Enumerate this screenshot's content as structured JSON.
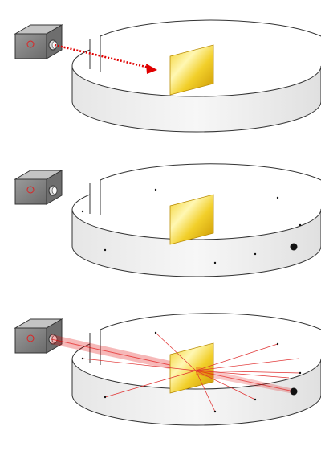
{
  "diagram": {
    "panels": [
      {
        "beam": "dotted-arrow",
        "dots": false,
        "scatter": false
      },
      {
        "beam": "none",
        "dots": true,
        "scatter": false
      },
      {
        "beam": "solid",
        "dots": true,
        "scatter": true
      }
    ],
    "colors": {
      "box_front": "#8c8c8c",
      "box_top": "#bdbdbd",
      "box_side": "#6e6e6e",
      "screen_fill": "#f0f0f0",
      "screen_stroke": "#333333",
      "foil_light": "#fff7b3",
      "foil_mid": "#f2cf2a",
      "foil_dark": "#c99400",
      "beam": "#e00000",
      "scatter_line": "#e03030",
      "dot": "#111111"
    }
  }
}
